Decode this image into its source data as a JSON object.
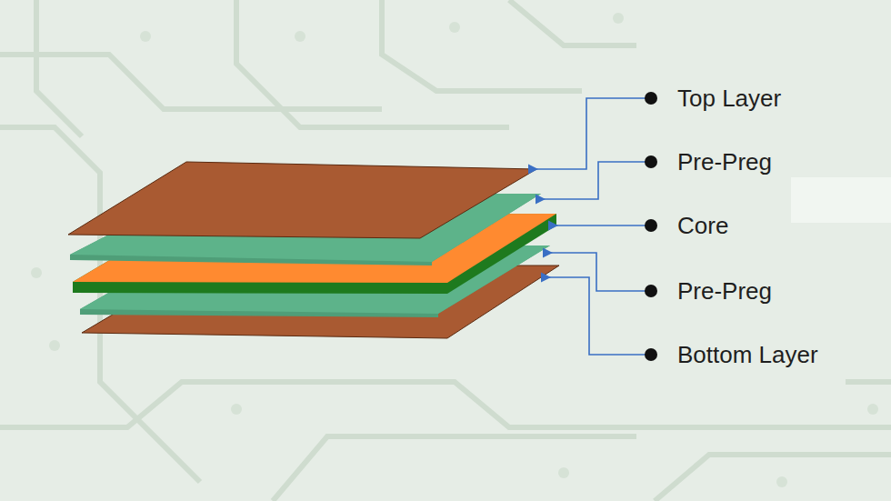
{
  "diagram": {
    "labels": [
      "Top Layer",
      "Pre-Preg",
      "Core",
      "Pre-Preg",
      "Bottom Layer"
    ]
  }
}
